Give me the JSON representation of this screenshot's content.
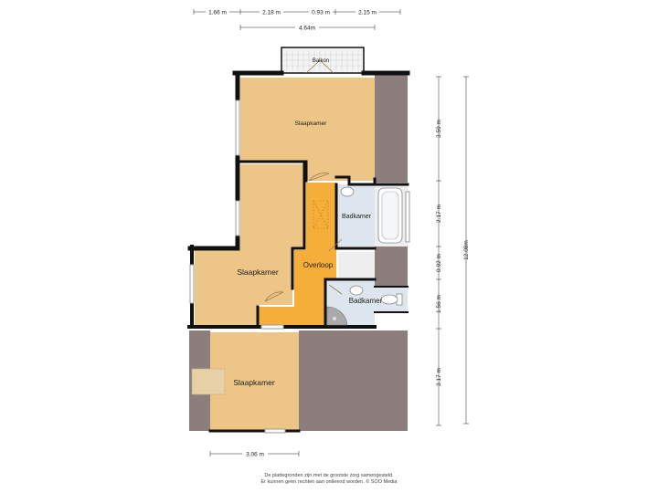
{
  "rooms": {
    "balcony": "Balkon",
    "bedroom_top": "Slaapkamer",
    "bedroom_mid": "Slaapkamer",
    "bedroom_bottom": "Slaapkamer",
    "bathroom_top": "Badkamer",
    "bathroom_bottom": "Badkamer",
    "landing": "Overloop"
  },
  "dimensions": {
    "top_row": [
      "1.66 m",
      "2.18 m",
      "0.93 m",
      "2.15 m"
    ],
    "top_total": "4.64m",
    "right_column": [
      "3.59 m",
      "2.17 m",
      "0.92 m",
      "1.56 m",
      "3.17 m"
    ],
    "right_total": "12.08m",
    "bottom": "3.06 m"
  },
  "disclaimer": [
    "De plattegronden zijn met de grootste zorg samengesteld.",
    "Er kunnen geen rechten aan ontleend worden. © SOO Media"
  ],
  "colors": {
    "room": "#EDC586",
    "landing": "#F6AE3A",
    "bathroom": "#DDE6EF",
    "exterior": "#8D7E7E",
    "wall": "#111111"
  }
}
